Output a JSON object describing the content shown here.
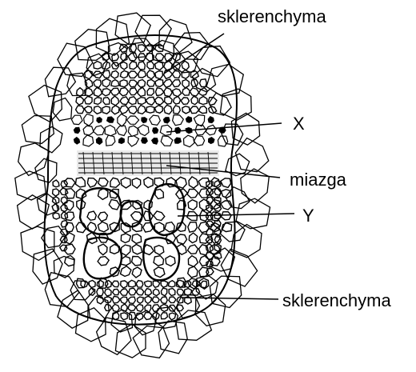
{
  "labels": {
    "sclerenchyma_top": "sklerenchyma",
    "x": "X",
    "cambium": "miazga",
    "y": "Y",
    "sclerenchyma_bottom": "sklerenchyma"
  },
  "colors": {
    "ink": "#000000",
    "background": "#ffffff",
    "cambium_fill": "#eaeaea"
  }
}
